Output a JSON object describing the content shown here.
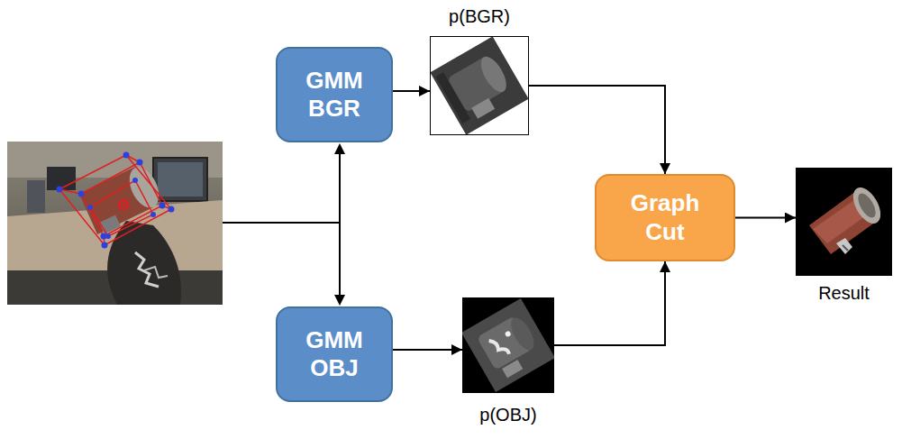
{
  "diagram": {
    "nodes": [
      {
        "text": [
          "GMM BGR"
        ]
      },
      {
        "text": [
          "p(BGR)"
        ]
      },
      {
        "text": [
          "GMM OBJ"
        ]
      },
      {
        "text": [
          "p(OBJ)"
        ]
      },
      {
        "text": [
          "Graph Cut"
        ]
      },
      {
        "text": [
          "Result"
        ]
      }
    ],
    "edges": [
      {
        "from": 0,
        "to": 1,
        "arrow": "to"
      },
      {
        "from": 2,
        "to": 3,
        "arrow": "to"
      },
      {
        "from": 1,
        "to": 4,
        "arrow": "to"
      },
      {
        "from": 3,
        "to": 4,
        "arrow": "to"
      },
      {
        "from": 4,
        "to": 5,
        "arrow": "to"
      }
    ]
  }
}
